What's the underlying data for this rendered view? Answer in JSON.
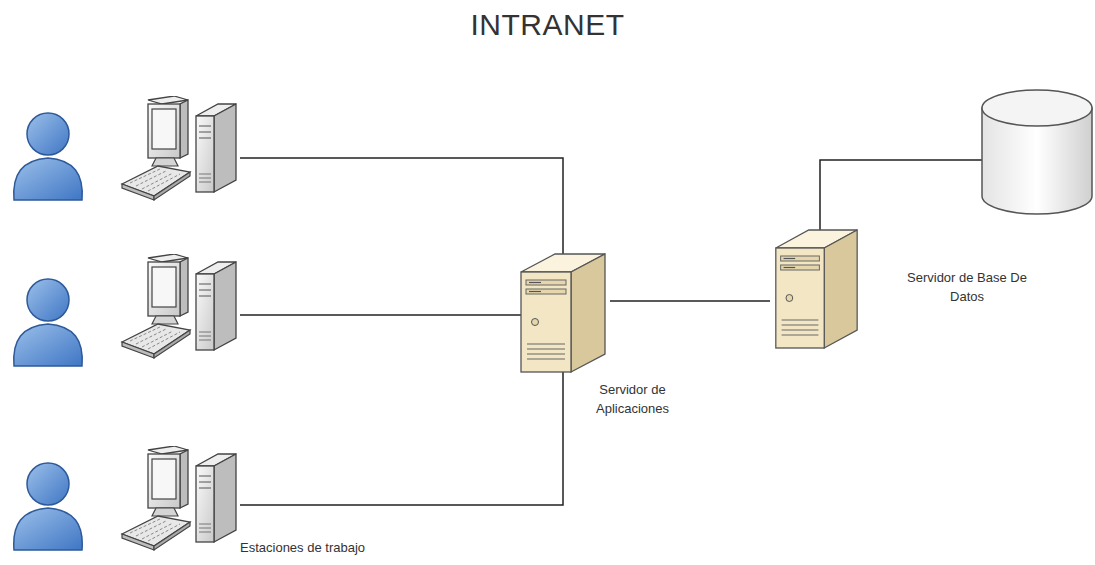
{
  "diagram": {
    "title": "INTRANET",
    "nodes": [
      {
        "text": [
          "Servidor de Aplicaciones"
        ]
      },
      {
        "text": [
          "Servidor de Base De Datos"
        ]
      }
    ],
    "edges": [
      {
        "from": 0,
        "to": 1,
        "arrow": "none"
      }
    ],
    "labels": [
      "Estaciones de trabajo"
    ]
  }
}
